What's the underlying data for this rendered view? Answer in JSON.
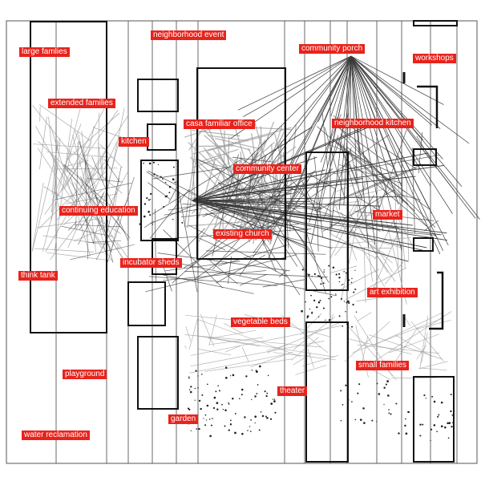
{
  "diagram": {
    "labels": [
      {
        "key": "large_families",
        "text": "large famlies"
      },
      {
        "key": "neighborhood_event",
        "text": "neighborhood event"
      },
      {
        "key": "community_porch",
        "text": "community porch"
      },
      {
        "key": "workshops",
        "text": "workshops"
      },
      {
        "key": "extended_families",
        "text": "extended families"
      },
      {
        "key": "casa_familiar_office",
        "text": "casa familiar office"
      },
      {
        "key": "neighborhood_kitchen",
        "text": "neighborhood kitchen"
      },
      {
        "key": "kitchen",
        "text": "kitchen"
      },
      {
        "key": "community_center",
        "text": "community center"
      },
      {
        "key": "continuing_education",
        "text": "continuing education"
      },
      {
        "key": "market",
        "text": "market"
      },
      {
        "key": "existing_church",
        "text": "existing church"
      },
      {
        "key": "incubator_sheds",
        "text": "incubator sheds"
      },
      {
        "key": "think_tank",
        "text": "think tank"
      },
      {
        "key": "art_exhibition",
        "text": "art exhibition"
      },
      {
        "key": "vegetable_beds",
        "text": "vegetable beds"
      },
      {
        "key": "playground",
        "text": "playground"
      },
      {
        "key": "small_families",
        "text": "small families"
      },
      {
        "key": "theater",
        "text": "theater"
      },
      {
        "key": "garden",
        "text": "garden"
      },
      {
        "key": "water_reclamation",
        "text": "water reclamation"
      }
    ],
    "colors": {
      "label_background": "#e8231c",
      "label_text": "#ffffff",
      "strip_line": "#444444",
      "zone_outline": "#111111",
      "dark_trace": "#3a3a3a",
      "light_trace": "#9a9a9a"
    }
  }
}
